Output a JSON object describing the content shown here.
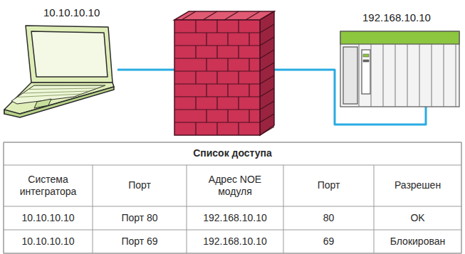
{
  "diagram": {
    "nodes": [
      {
        "text": [
          "10.10.10.10"
        ]
      },
      {
        "text": [
          "192.168.10.10"
        ]
      }
    ],
    "edges": [
      {
        "from": 0,
        "to": 1,
        "arrow": "none"
      }
    ],
    "labels": [
      "Список доступа",
      "Система интегратора",
      "Порт",
      "Адрес NOE модуля",
      "Порт",
      "Разрешен",
      "10.10.10.10",
      "Порт 80",
      "192.168.10.10",
      "80",
      "OK",
      "10.10.10.10",
      "Порт 69",
      "192.168.10.10",
      "69",
      "Блокирован"
    ]
  }
}
